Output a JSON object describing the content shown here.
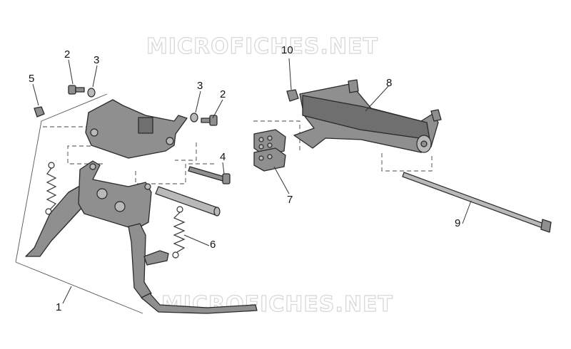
{
  "watermarks": [
    "MICROFICHES.NET",
    "MICROFICHES.NET"
  ],
  "callouts": [
    "1",
    "2",
    "2",
    "3",
    "3",
    "4",
    "5",
    "6",
    "7",
    "8",
    "9",
    "10"
  ],
  "colors": {
    "part_fill": "#8f8f8f",
    "outline": "#2a2a2a",
    "watermark": "#d6d6d6"
  }
}
